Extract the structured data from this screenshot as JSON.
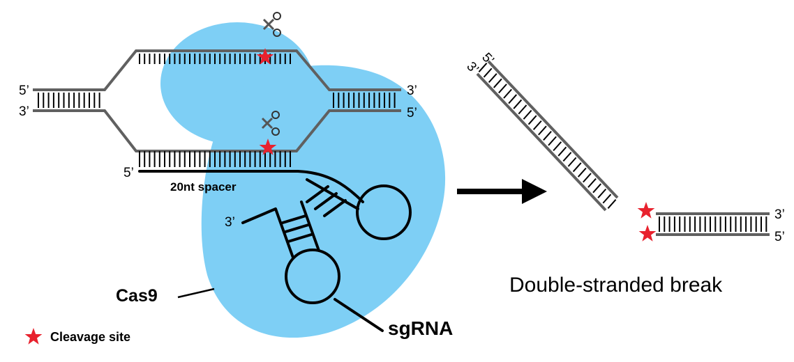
{
  "labels": {
    "left_top_5": "5’",
    "left_bottom_3": "3’",
    "right_top_3": "3’",
    "right_bottom_5": "5’",
    "spacer_5": "5’",
    "spacer": "20nt spacer",
    "sgrna_3": "3’",
    "cas9": "Cas9",
    "sgrna": "sgRNA",
    "legend_cleavage": "Cleavage site",
    "diag_5": "5’",
    "diag_3": "3’",
    "frag_3": "3’",
    "frag_5": "5’",
    "dsb": "Double-stranded break"
  },
  "colors": {
    "cas9_fill": "#7ecff5",
    "dna_strand": "#606060",
    "star": "#e8222e",
    "ink": "#000000"
  },
  "icons": [
    "scissors-icon",
    "star-icon"
  ]
}
